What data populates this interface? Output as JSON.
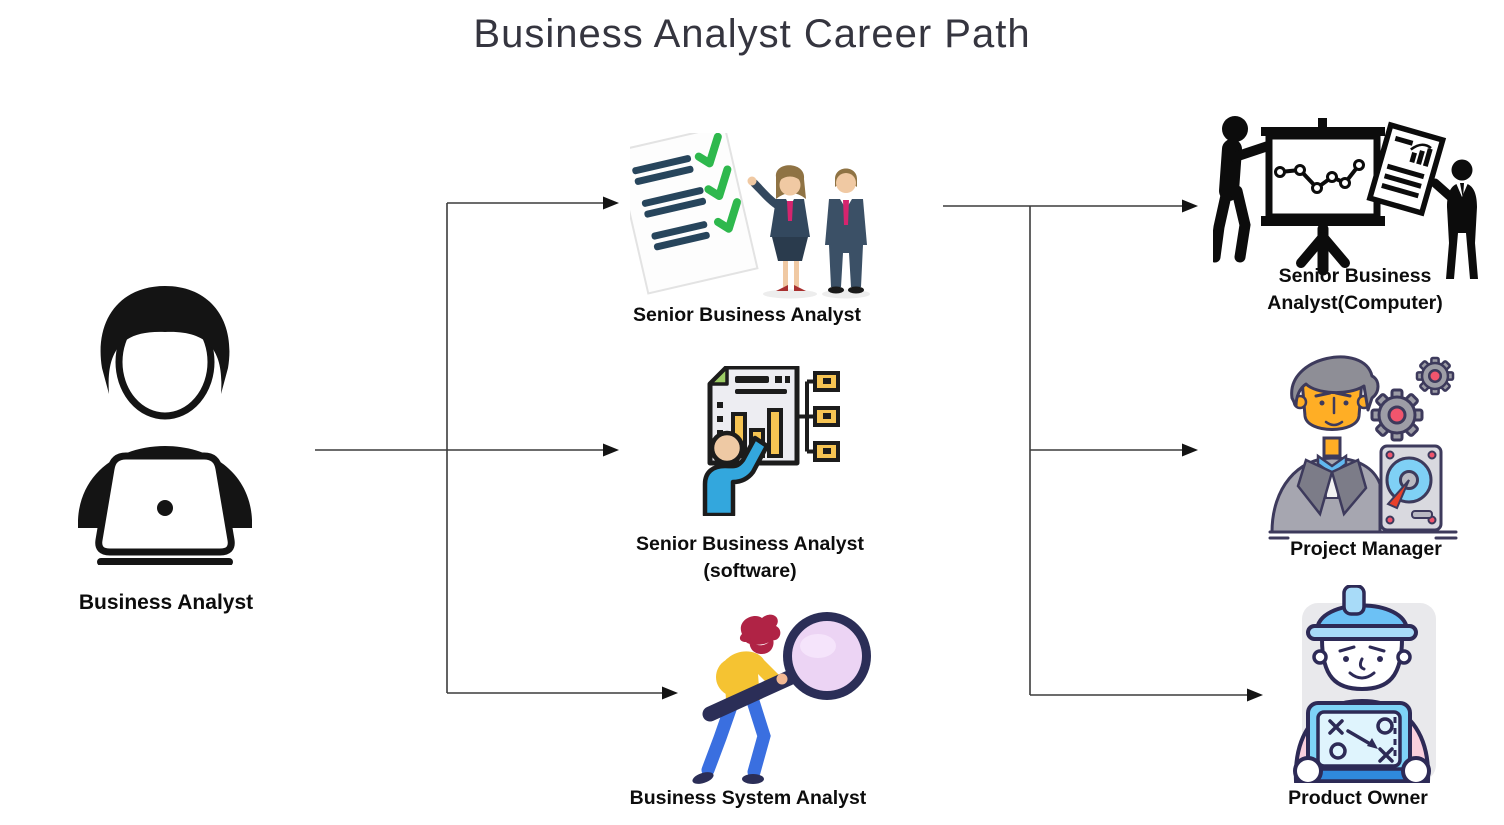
{
  "title": "Business Analyst Career Path",
  "nodes": {
    "business_analyst": {
      "label": "Business Analyst",
      "icon": "person-at-laptop-icon"
    },
    "senior_business_analyst": {
      "label": "Senior Business Analyst",
      "icon": "checklist-with-businesspeople-icon"
    },
    "senior_business_analyst_software": {
      "line1": "Senior Business Analyst",
      "line2": "(software)",
      "icon": "person-with-chart-document-icon"
    },
    "business_system_analyst": {
      "label": "Business System Analyst",
      "icon": "person-with-magnifying-glass-icon"
    },
    "senior_business_analyst_computer": {
      "line1": "Senior Business",
      "line2": "Analyst(Computer)",
      "icon": "presenter-at-chart-board-icon"
    },
    "project_manager": {
      "label": "Project Manager",
      "icon": "manager-with-gears-harddrive-icon"
    },
    "product_owner": {
      "label": "Product Owner",
      "icon": "engineer-with-strategy-board-icon"
    }
  },
  "edges": [
    {
      "from": "business_analyst",
      "to": "senior_business_analyst"
    },
    {
      "from": "business_analyst",
      "to": "senior_business_analyst_software"
    },
    {
      "from": "business_analyst",
      "to": "business_system_analyst"
    },
    {
      "from": "senior_business_analyst",
      "to": "senior_business_analyst_computer"
    },
    {
      "from": "senior_business_analyst",
      "to": "project_manager"
    },
    {
      "from": "senior_business_analyst",
      "to": "product_owner"
    }
  ],
  "colors": {
    "background": "#ffffff",
    "title_text": "#35353f",
    "label_text": "#0d0d0d",
    "connector_line": "#3c3c3c",
    "arrowhead": "#141414",
    "check_green": "#2eb84d",
    "checklist_line_slate": "#27455c",
    "suit_slate": "#33485e",
    "tie_pink": "#d6246e",
    "skin_tan": "#f0c9a3",
    "doc_yellow": "#f6c453",
    "shirt_blue": "#33a7dd",
    "magnifier_navy": "#2b2e57",
    "lens_lavender": "#ecd4f4",
    "hair_red": "#b02345",
    "shirt_yellow": "#f5c332",
    "pants_blue": "#3a6fe0",
    "pm_outline_navy": "#3d3a5c",
    "pm_face_orange": "#ffae25",
    "gear_gray": "#9d9da6",
    "gear_pink": "#f0556d",
    "drive_blue": "#7fd0f5",
    "needle_red": "#e8402a",
    "hat_blue": "#6cc1f5",
    "po_shirt_pink": "#f9cfdd",
    "board_blue": "#7ed3f7",
    "screen_blue": "#dff4fd",
    "base_blue": "#2f89dd"
  }
}
